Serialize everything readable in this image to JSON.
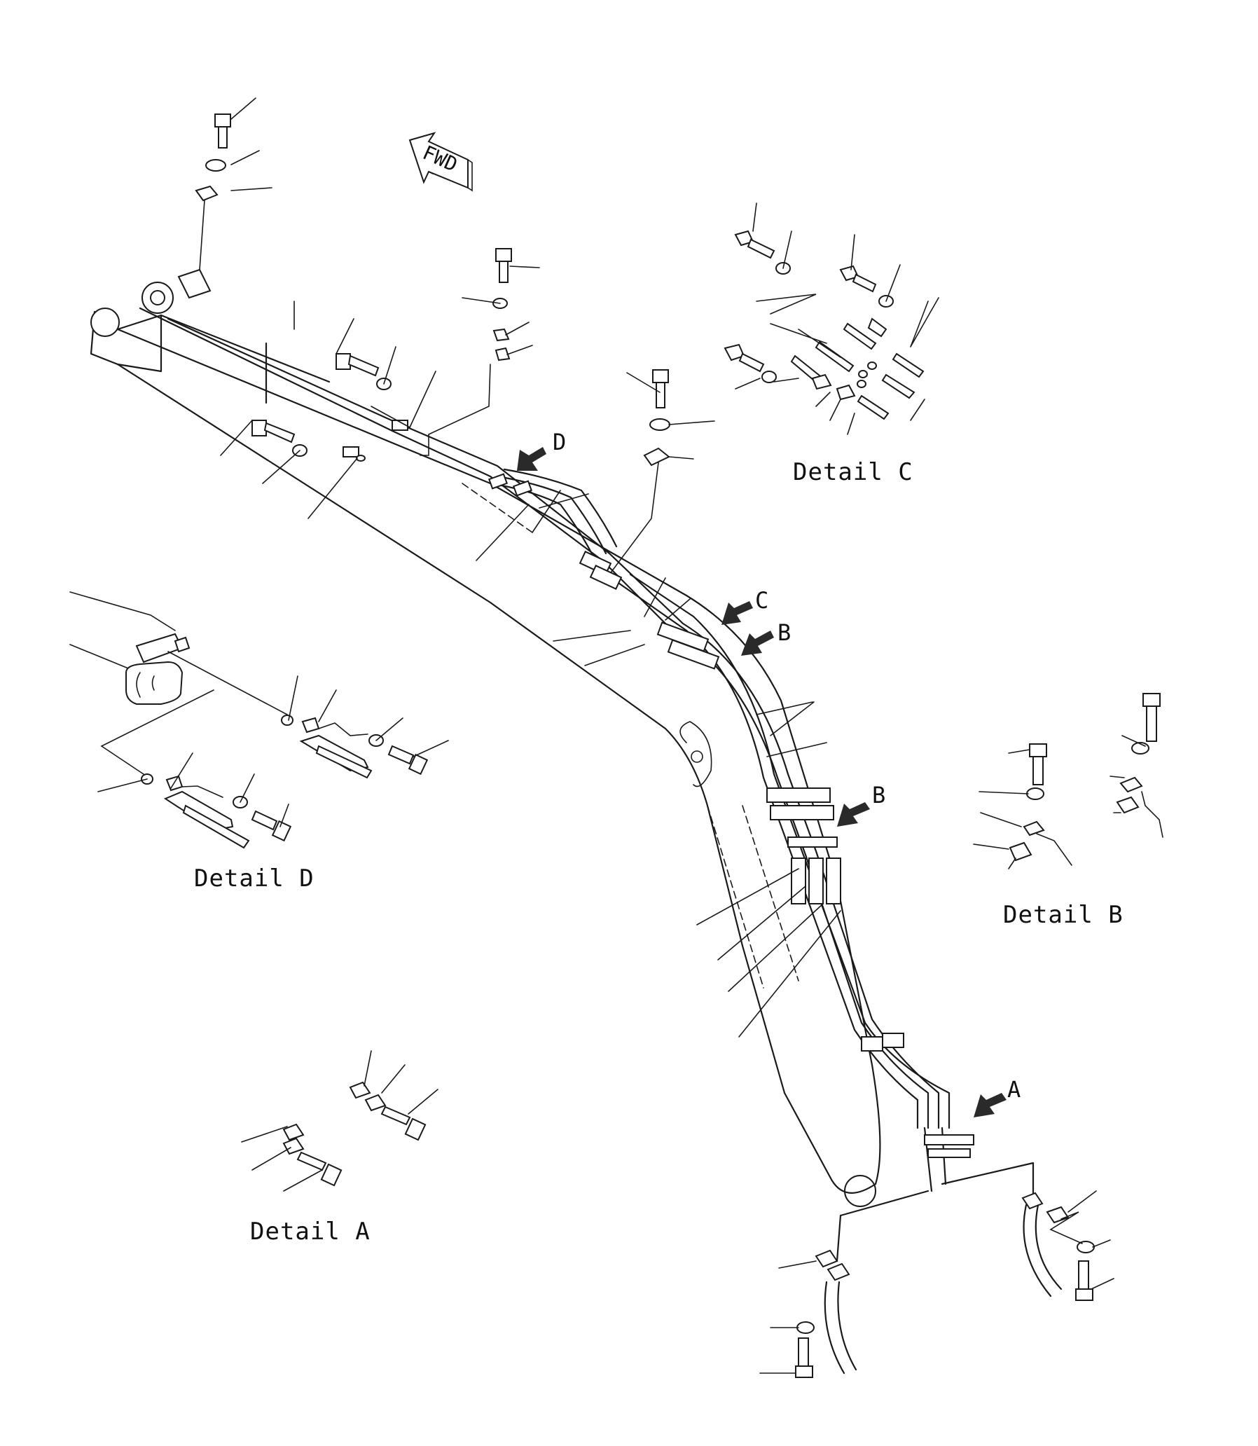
{
  "orientation": {
    "direction_label": "FWD"
  },
  "details": [
    {
      "id": "detail-a",
      "label": "Detail A"
    },
    {
      "id": "detail-b",
      "label": "Detail B"
    },
    {
      "id": "detail-c",
      "label": "Detail C"
    },
    {
      "id": "detail-d",
      "label": "Detail D"
    }
  ],
  "callouts": [
    {
      "id": "callout-d",
      "letter": "D"
    },
    {
      "id": "callout-c",
      "letter": "C"
    },
    {
      "id": "callout-b-upper",
      "letter": "B"
    },
    {
      "id": "callout-b-lower",
      "letter": "B"
    },
    {
      "id": "callout-a",
      "letter": "A"
    }
  ]
}
